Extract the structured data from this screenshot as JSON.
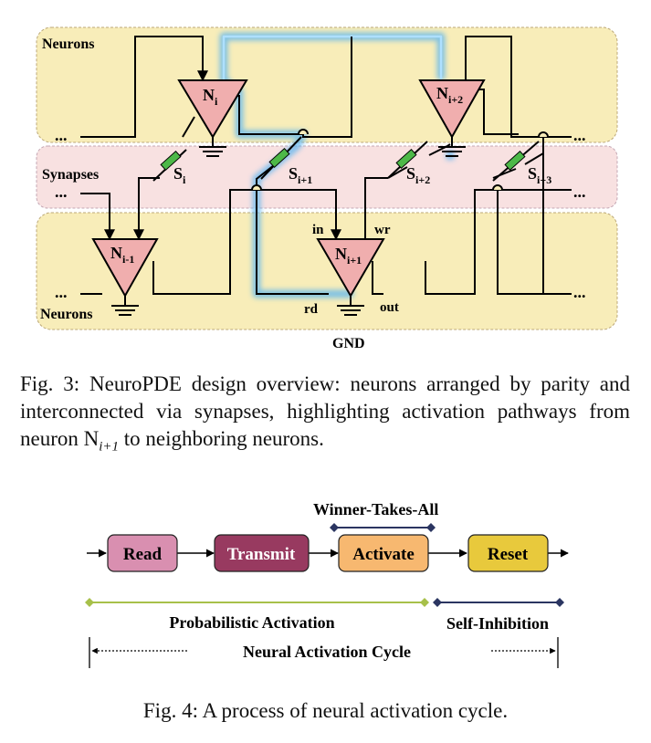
{
  "fig3": {
    "bands": {
      "neurons_top": "Neurons",
      "synapses": "Synapses",
      "neurons_bottom": "Neurons"
    },
    "neurons": [
      {
        "id": "N_i",
        "base": "N",
        "sub": "i"
      },
      {
        "id": "N_i+2",
        "base": "N",
        "sub": "i+2"
      },
      {
        "id": "N_i-1",
        "base": "N",
        "sub": "i-1"
      },
      {
        "id": "N_i+1",
        "base": "N",
        "sub": "i+1"
      }
    ],
    "synapses": [
      {
        "base": "S",
        "sub": "i"
      },
      {
        "base": "S",
        "sub": "i+1"
      },
      {
        "base": "S",
        "sub": "i+2"
      },
      {
        "base": "S",
        "sub": "i+3"
      }
    ],
    "ports": {
      "in": "in",
      "wr": "wr",
      "rd": "rd",
      "out": "out"
    },
    "ground_label": "GND",
    "ellipsis": "...",
    "caption": {
      "prefix": "Fig. 3: NeuroPDE design overview: neurons arranged by parity and interconnected via synapses, highlighting activation pathways from neuron N",
      "sub": "i+1",
      "suffix": " to neighboring neurons."
    },
    "colors": {
      "neuron_band": "#f8edb9",
      "synapse_band": "#f8e1e1",
      "neuron_fill": "#f0aeae",
      "synapse_green": "#4db848",
      "highlight": "#5ab4f0"
    }
  },
  "fig4": {
    "top_label": "Winner-Takes-All",
    "stages": [
      "Read",
      "Transmit",
      "Activate",
      "Reset"
    ],
    "stage_colors": [
      "#d98fb0",
      "#983a60",
      "#f7b870",
      "#e8c93c"
    ],
    "phase_left": "Probabilistic Activation",
    "phase_right": "Self-Inhibition",
    "cycle_label": "Neural Activation Cycle",
    "caption": "Fig. 4: A process of neural activation cycle."
  }
}
